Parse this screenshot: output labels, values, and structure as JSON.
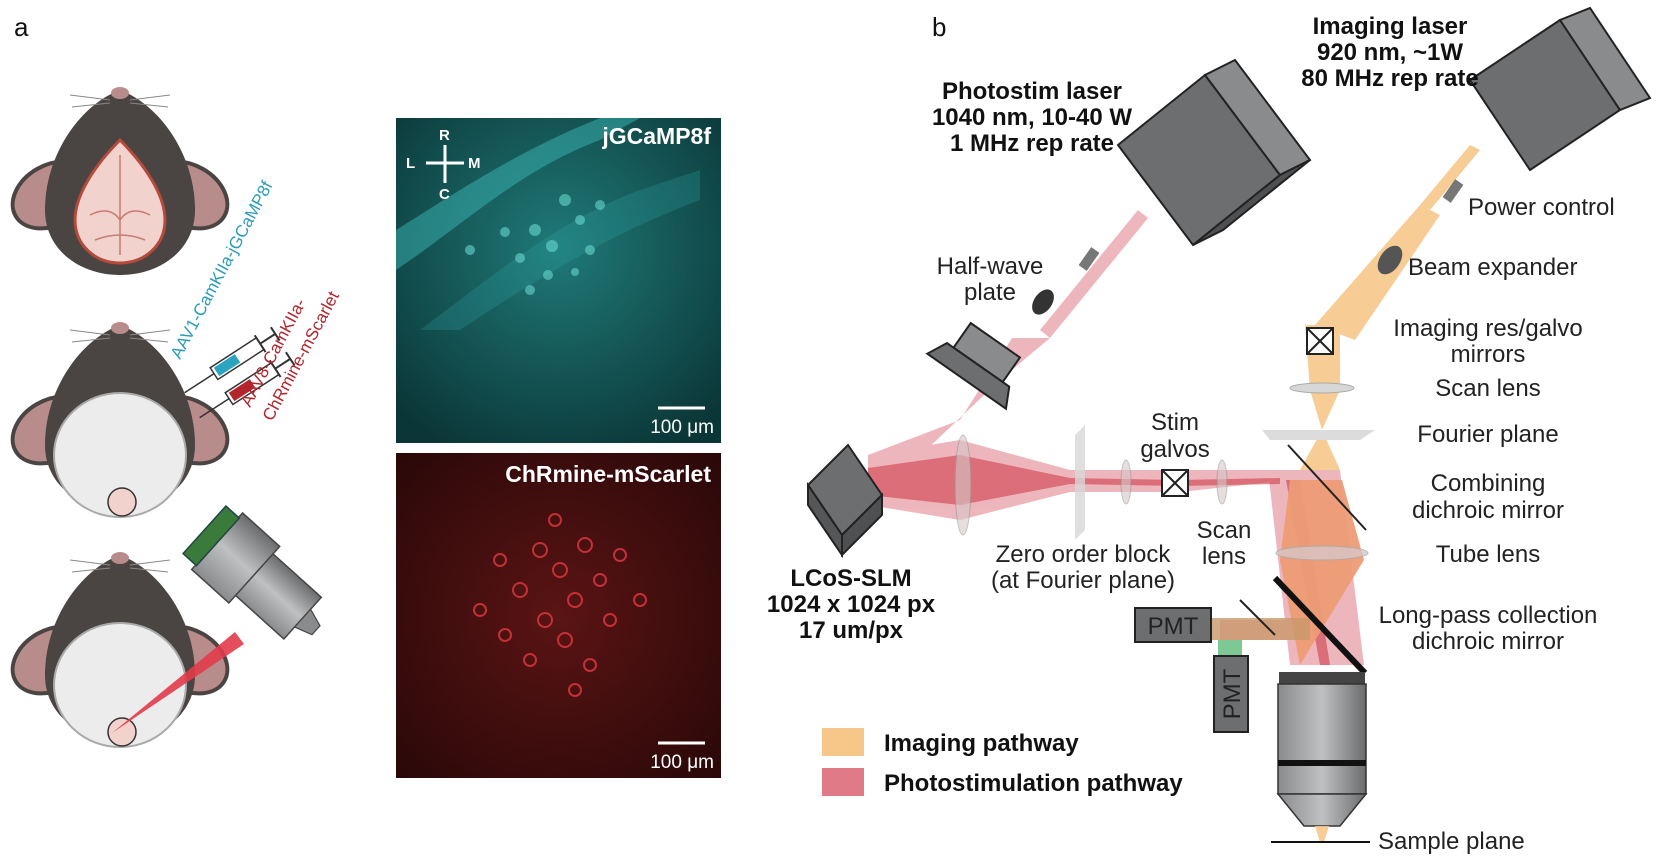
{
  "panels": {
    "a": "a",
    "b": "b"
  },
  "colors": {
    "imaging": "#f7c78a",
    "photostim": "#e07a86",
    "photostim_strong": "#cf3f4d",
    "cyan_micro": "#0e4a4b",
    "red_micro": "#3b0e0e",
    "mouse": "#4a4442",
    "device": "#6d6e70"
  },
  "icons": [
    "mouse-icon",
    "syringe-icon",
    "objective-icon",
    "laser-icon",
    "mirror-icon",
    "lens-icon",
    "pmt-icon"
  ],
  "panel_a": {
    "injection_1": "AAV1-CamKIIa-jGCaMP8f",
    "injection_2a": "AAV8-CamKIIa-",
    "injection_2b": "ChRmine-mScarlet",
    "micro_top": {
      "title": "jGCaMP8f",
      "scale": "100 μm"
    },
    "micro_bottom": {
      "title": "ChRmine-mScarlet",
      "scale": "100 μm"
    },
    "orientation": {
      "r": "R",
      "l": "L",
      "m": "M",
      "c": "C"
    }
  },
  "panel_b": {
    "photostim_laser": [
      "Photostim laser",
      "1040 nm, 10-40 W",
      "1 MHz rep rate"
    ],
    "imaging_laser": [
      "Imaging laser",
      "920 nm, ~1W",
      "80 MHz rep rate"
    ],
    "power_control": "Power control",
    "beam_expander": "Beam expander",
    "half_wave": [
      "Half-wave",
      "plate"
    ],
    "imaging_mirrors": [
      "Imaging res/galvo",
      "mirrors"
    ],
    "scan_lens_imaging": "Scan lens",
    "fourier_plane": "Fourier plane",
    "stim_galvos": [
      "Stim",
      "galvos"
    ],
    "combining": [
      "Combining",
      "dichroic mirror"
    ],
    "scan_lens_stim": [
      "Scan",
      "lens"
    ],
    "tube_lens": "Tube lens",
    "zero_order": [
      "Zero order block",
      "(at Fourier plane)"
    ],
    "slm": [
      "LCoS-SLM",
      "1024 x 1024 px",
      "17 um/px"
    ],
    "pmt_1": "PMT",
    "pmt_2": "PMT",
    "long_pass": [
      "Long-pass collection",
      "dichroic mirror"
    ],
    "sample_plane": "Sample plane",
    "legend": {
      "imaging": "Imaging pathway",
      "photostim": "Photostimulation pathway"
    }
  }
}
